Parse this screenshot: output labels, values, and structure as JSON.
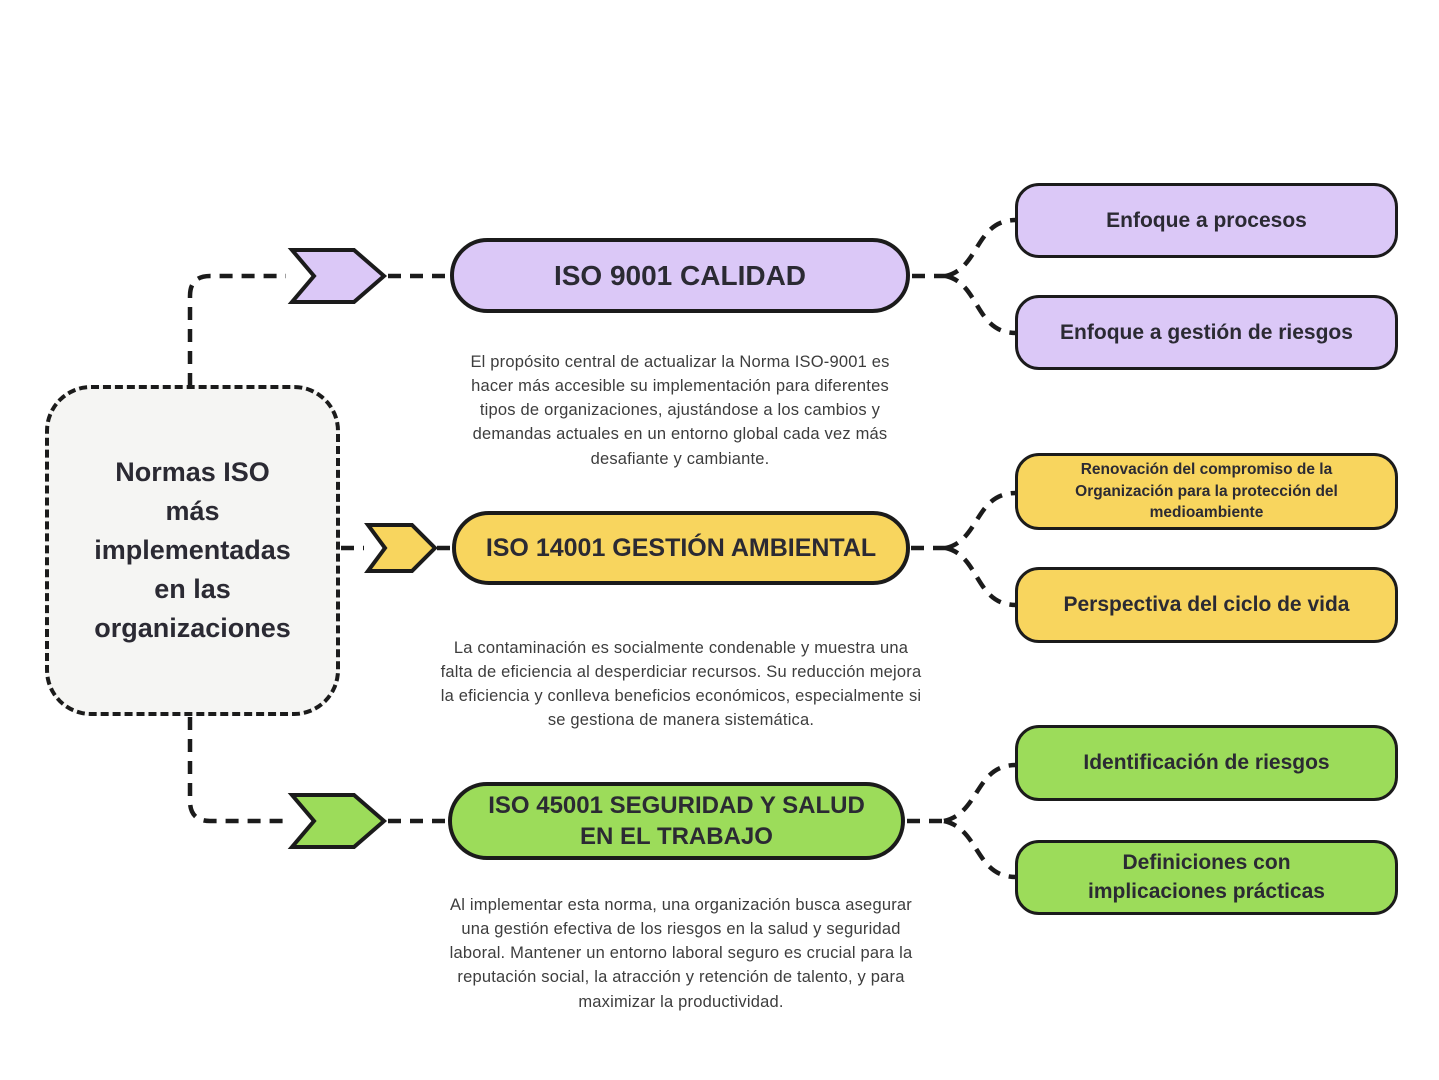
{
  "colors": {
    "purple": "#dbc8f7",
    "yellow": "#f8d55e",
    "green": "#9cdc5a",
    "root_background": "#f5f5f3",
    "outline": "#1b1b1b",
    "title_text": "#2b2a33",
    "body_text": "#3d3d3d"
  },
  "root": {
    "label": "Normas ISO\nmás\nimplementadas\nen las\norganizaciones"
  },
  "branches": [
    {
      "id": "iso9001",
      "title": "ISO 9001 CALIDAD",
      "description": "El propósito central de actualizar la Norma ISO-9001 es hacer más accesible su implementación para diferentes tipos de organizaciones, ajustándose a los cambios y demandas actuales en un entorno global cada vez más desafiante y cambiante.",
      "children": [
        {
          "label": "Enfoque a procesos"
        },
        {
          "label": "Enfoque a gestión de riesgos"
        }
      ]
    },
    {
      "id": "iso14001",
      "title": "ISO 14001 GESTIÓN AMBIENTAL",
      "description": "La contaminación es socialmente condenable y muestra una falta de eficiencia al desperdiciar recursos. Su reducción mejora la eficiencia y conlleva beneficios económicos, especialmente si se gestiona de manera sistemática.",
      "children": [
        {
          "label": "Renovación del compromiso de la Organización para la protección del medioambiente"
        },
        {
          "label": "Perspectiva del ciclo de vida"
        }
      ]
    },
    {
      "id": "iso45001",
      "title": "ISO 45001 SEGURIDAD Y SALUD EN EL TRABAJO",
      "description": "Al implementar esta norma, una organización busca asegurar una gestión efectiva de los riesgos en la salud y seguridad laboral. Mantener un entorno laboral seguro es crucial para la reputación social, la atracción y retención de talento, y para maximizar la productividad.",
      "children": [
        {
          "label": "Identificación de riesgos"
        },
        {
          "label": "Definiciones con implicaciones prácticas"
        }
      ]
    }
  ]
}
